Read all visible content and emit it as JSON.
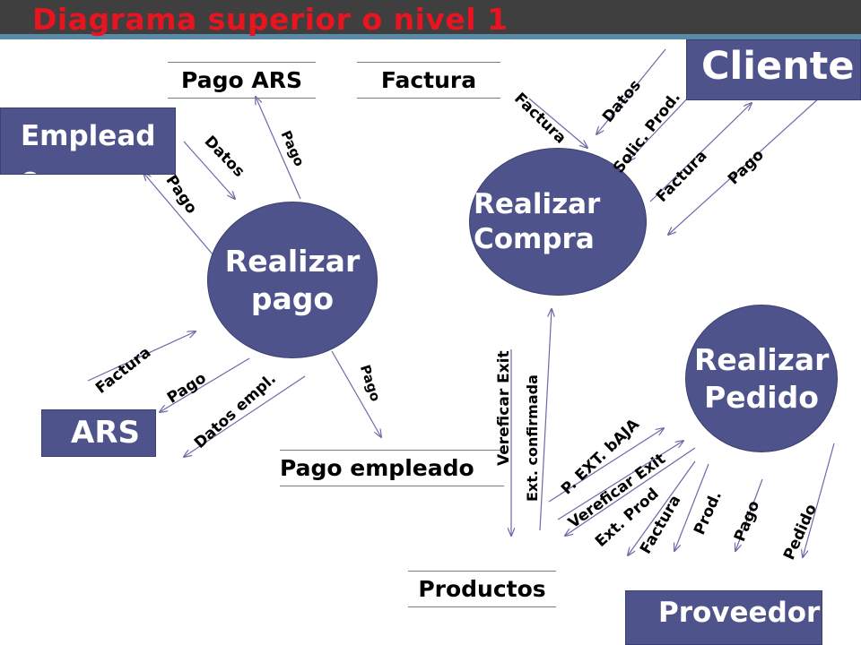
{
  "title": "Diagrama superior o nivel 1",
  "entities": {
    "empleado": "Emplead o",
    "cliente": "Cliente",
    "ars": "ARS",
    "proveedores": "Proveedor es"
  },
  "processes": {
    "realizar_pago": "Realizar pago",
    "realizar_compra": "Realizar Compra",
    "realizar_pedido": "Realizar Pedido"
  },
  "stores": {
    "pago_ars": "Pago ARS",
    "factura": "Factura",
    "pago_empleado": "Pago empleado",
    "productos": "Productos"
  },
  "flows": {
    "datos_emp": "Datos",
    "pago_emp": "Pago",
    "pago_to_store": "Pago",
    "factura_ars": "Factura",
    "pago_ars": "Pago",
    "datos_empl": "Datos empl.",
    "pago_to_pago_empleado": "Pago",
    "factura_compra": "Factura",
    "datos_cliente": "Datos",
    "solic_prod": "Solic. Prod.",
    "factura_cliente": "Factura",
    "pago_cliente": "Pago",
    "vereficar_exit_1": "Vereficar Exit",
    "ext_confirmada": "Ext. confirmada",
    "p_ext_baja": "P. EXT. bAJA",
    "vereficar_exit_2": "Vereficar Exit",
    "ext_prod": "Ext. Prod",
    "factura_prov": "Factura",
    "prod": "Prod.",
    "pago_prov": "Pago",
    "pedido": "Pedido"
  }
}
